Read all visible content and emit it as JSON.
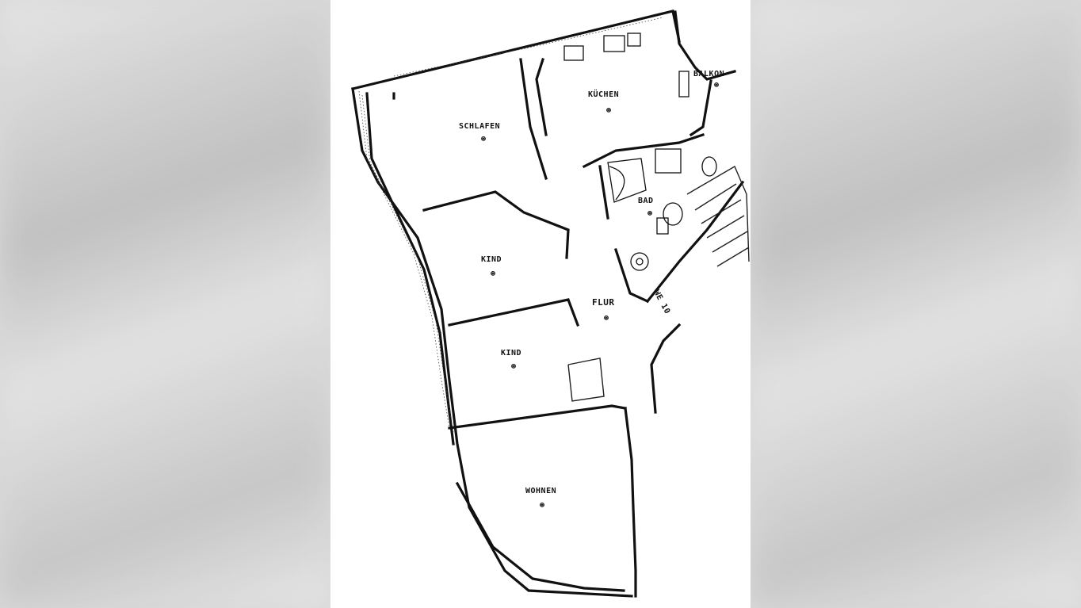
{
  "floorplan": {
    "rooms": {
      "schlafen": "SCHLAFEN",
      "kuechen": "KÜCHEN",
      "balkon": "BALKON",
      "bad": "BAD",
      "kind_1": "KIND",
      "kind_2": "KIND",
      "flur": "FLUR",
      "wohnen": "WOHNEN",
      "we": "WE 10"
    },
    "area_marker": "⊛",
    "colors": {
      "ink": "#111111",
      "paper": "#ffffff",
      "backdrop": "#d9d9d9"
    }
  }
}
